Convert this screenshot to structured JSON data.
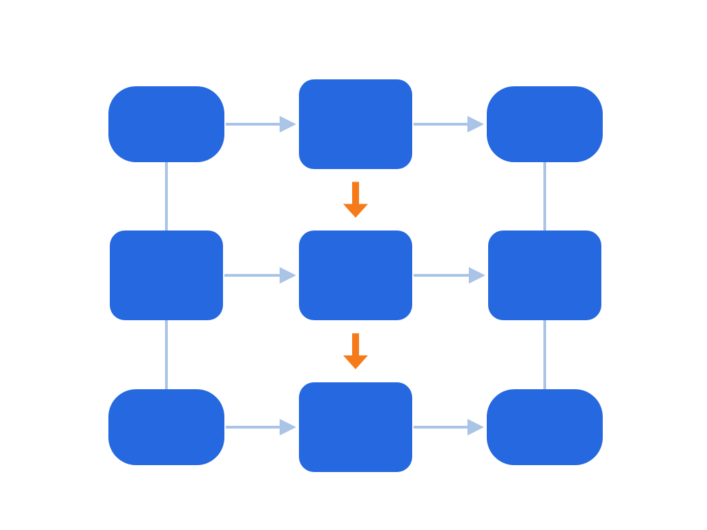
{
  "colors": {
    "background": "#ffffff",
    "node_fill": "#2568df",
    "connector": "#a9c4e6",
    "highlight_arrow": "#f57b1a"
  },
  "diagram": {
    "grid": {
      "rows": 3,
      "cols": 3
    },
    "nodes": [
      {
        "id": "r1c1",
        "row": 1,
        "col": 1,
        "shape": "rounded-pill"
      },
      {
        "id": "r1c2",
        "row": 1,
        "col": 2,
        "shape": "rounded-square"
      },
      {
        "id": "r1c3",
        "row": 1,
        "col": 3,
        "shape": "rounded-pill"
      },
      {
        "id": "r2c1",
        "row": 2,
        "col": 1,
        "shape": "rounded-square"
      },
      {
        "id": "r2c2",
        "row": 2,
        "col": 2,
        "shape": "rounded-square"
      },
      {
        "id": "r2c3",
        "row": 2,
        "col": 3,
        "shape": "rounded-square"
      },
      {
        "id": "r3c1",
        "row": 3,
        "col": 1,
        "shape": "rounded-pill"
      },
      {
        "id": "r3c2",
        "row": 3,
        "col": 2,
        "shape": "rounded-square"
      },
      {
        "id": "r3c3",
        "row": 3,
        "col": 3,
        "shape": "rounded-pill"
      }
    ],
    "edges": [
      {
        "from": "r1c1",
        "to": "r1c2",
        "kind": "arrow"
      },
      {
        "from": "r1c2",
        "to": "r1c3",
        "kind": "arrow"
      },
      {
        "from": "r2c1",
        "to": "r2c2",
        "kind": "arrow"
      },
      {
        "from": "r2c2",
        "to": "r2c3",
        "kind": "arrow"
      },
      {
        "from": "r3c1",
        "to": "r3c2",
        "kind": "arrow"
      },
      {
        "from": "r3c2",
        "to": "r3c3",
        "kind": "arrow"
      },
      {
        "from": "r1c1",
        "to": "r2c1",
        "kind": "line"
      },
      {
        "from": "r2c1",
        "to": "r3c1",
        "kind": "line"
      },
      {
        "from": "r1c3",
        "to": "r2c3",
        "kind": "line"
      },
      {
        "from": "r2c3",
        "to": "r3c3",
        "kind": "line"
      },
      {
        "from": "r1c2",
        "to": "r2c2",
        "kind": "highlight-arrow"
      },
      {
        "from": "r2c2",
        "to": "r3c2",
        "kind": "highlight-arrow"
      }
    ]
  }
}
